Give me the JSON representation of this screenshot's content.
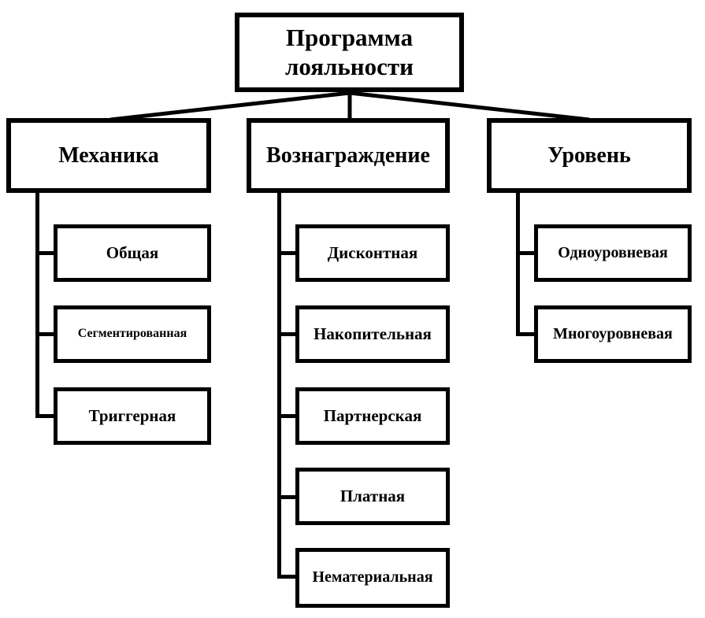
{
  "diagram": {
    "type": "hierarchy-tree",
    "title": "Программа лояльности",
    "orientation": "top-down",
    "colors": {
      "background": "#ffffff",
      "stroke": "#000000",
      "text": "#000000"
    },
    "root": {
      "label": "Программа лояльности",
      "line1": "Программа",
      "line2": "лояльности"
    },
    "branches": [
      {
        "label": "Механика",
        "children": [
          {
            "label": "Общая"
          },
          {
            "label": "Сегментированная"
          },
          {
            "label": "Триггерная"
          }
        ]
      },
      {
        "label": "Вознаграждение",
        "children": [
          {
            "label": "Дисконтная"
          },
          {
            "label": "Накопительная"
          },
          {
            "label": "Партнерская"
          },
          {
            "label": "Платная"
          },
          {
            "label": "Нематериальная"
          }
        ]
      },
      {
        "label": "Уровень",
        "children": [
          {
            "label": "Одноуровневая"
          },
          {
            "label": "Многоуровневая"
          }
        ]
      }
    ]
  }
}
